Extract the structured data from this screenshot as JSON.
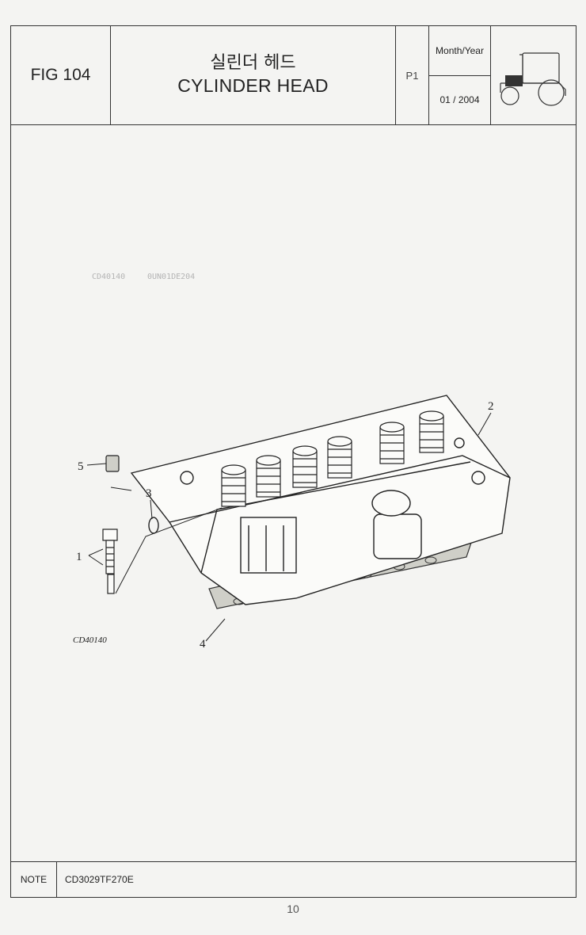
{
  "header": {
    "figure": "FIG 104",
    "title_kr": "실린더 헤드",
    "title_en": "CYLINDER HEAD",
    "page_code": "P1",
    "date_label": "Month/Year",
    "date_value": "01 / 2004"
  },
  "drawing": {
    "faint_code_1": "CD40140",
    "faint_code_2": "0UN01DE204",
    "callouts": [
      "1",
      "2",
      "3",
      "4",
      "5"
    ],
    "drawing_code": "CD40140"
  },
  "footer": {
    "note_label": "NOTE",
    "note_value": "CD3029TF270E"
  },
  "page_number": "10"
}
